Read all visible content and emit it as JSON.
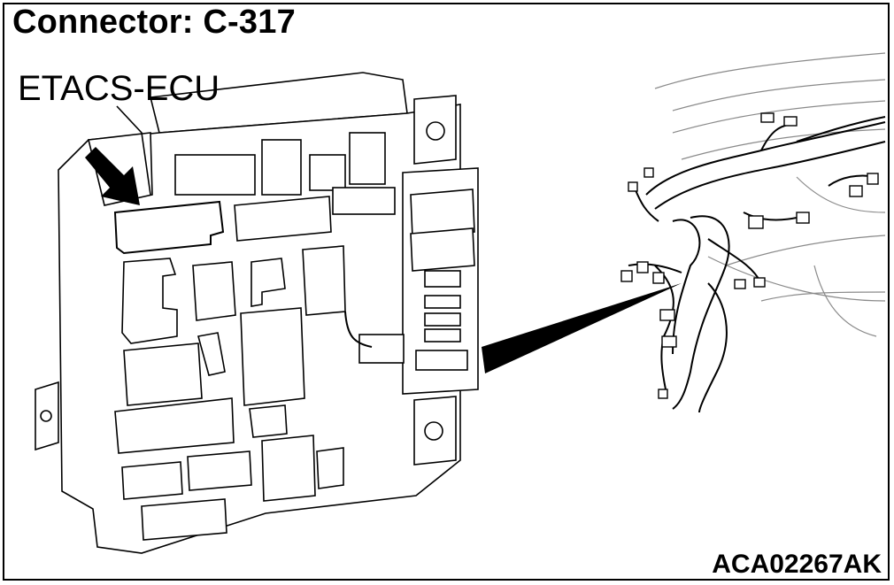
{
  "diagram": {
    "title": "Connector: C-317",
    "component_label": "ETACS-ECU",
    "figure_code": "ACA02267AK"
  },
  "colors": {
    "ink": "#000000",
    "body_fill": "#ffffff",
    "line_gray": "#8a8a8a",
    "harness_fill": "#000000"
  },
  "icons": {
    "pointer": "arrow-pointer-icon",
    "mount_hole": "mount-hole-icon"
  }
}
